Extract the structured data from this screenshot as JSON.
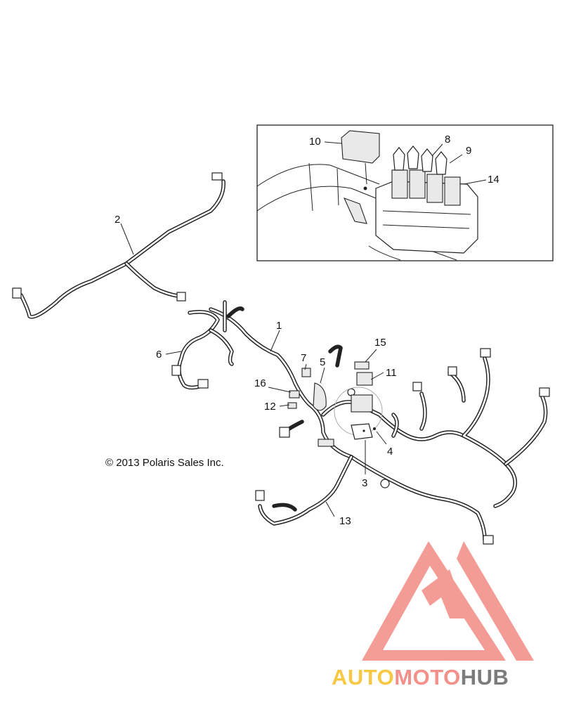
{
  "diagram": {
    "callouts": [
      "1",
      "2",
      "3",
      "4",
      "5",
      "6",
      "7",
      "8",
      "9",
      "10",
      "11",
      "12",
      "13",
      "14",
      "15",
      "16"
    ],
    "copyright": "© 2013 Polaris Sales Inc."
  },
  "watermark": {
    "part1": "AUTO",
    "part2": "MOTO",
    "part3": "HUB",
    "colors": {
      "auto": "#f7c843",
      "moto": "#f3908a",
      "hub": "#7c7c7c",
      "logo": "#f28b84"
    }
  }
}
